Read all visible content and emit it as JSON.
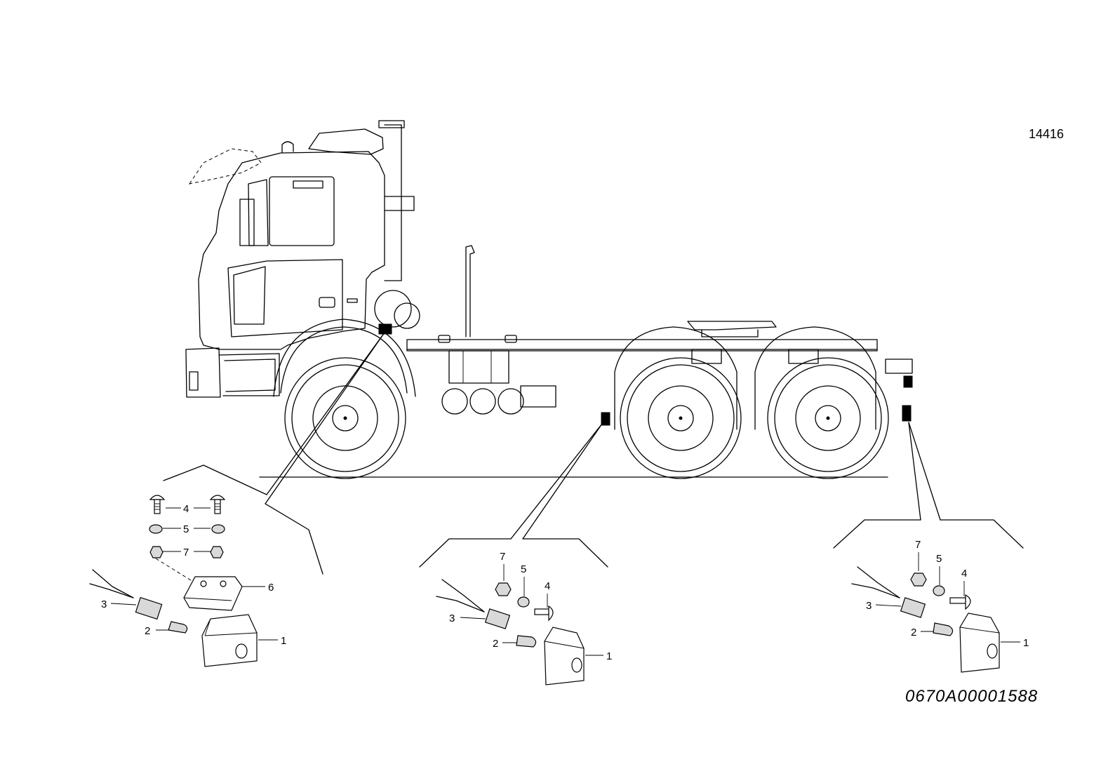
{
  "drawing_number": "14416",
  "part_code": "0670A00001588",
  "groups": {
    "front": {
      "labels": {
        "l4": "4",
        "l5": "5",
        "l7": "7",
        "l6": "6",
        "l3": "3",
        "l2": "2",
        "l1": "1"
      }
    },
    "middle": {
      "labels": {
        "l7": "7",
        "l5": "5",
        "l4": "4",
        "l3": "3",
        "l2": "2",
        "l1": "1"
      }
    },
    "rear": {
      "labels": {
        "l7": "7",
        "l5": "5",
        "l4": "4",
        "l3": "3",
        "l2": "2",
        "l1": "1"
      }
    }
  }
}
